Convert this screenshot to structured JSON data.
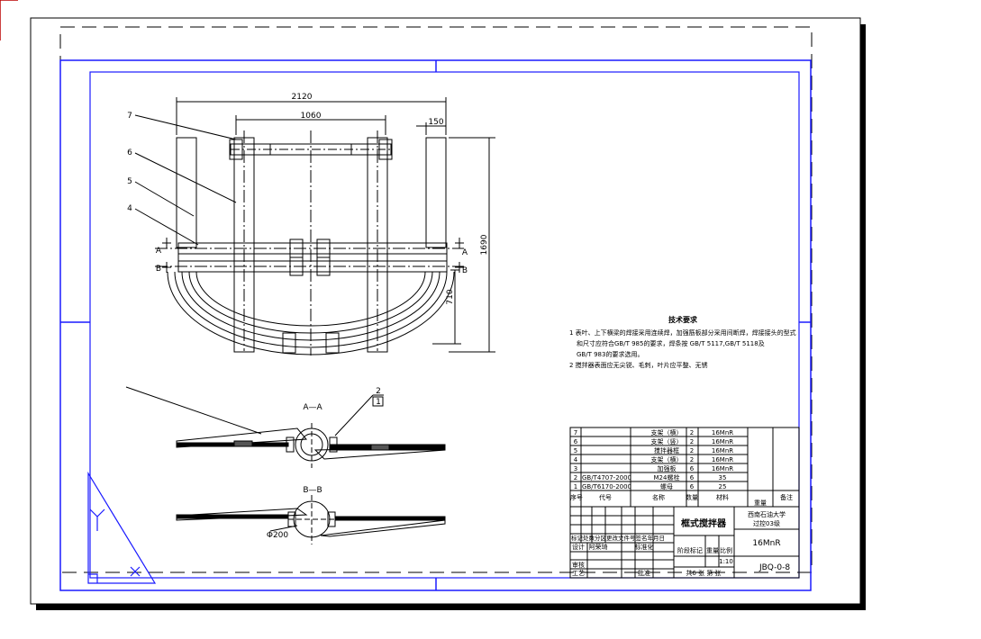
{
  "dimensions": {
    "width_total": "2120",
    "width_inner": "1060",
    "width_blade": "150",
    "height_total": "1690",
    "height_lower": "710",
    "diameter": "Φ200"
  },
  "part_callouts": [
    "7",
    "6",
    "5",
    "4",
    "2",
    "1"
  ],
  "section_marks": {
    "a": "A",
    "b": "B"
  },
  "section_titles": {
    "aa": "A—A",
    "bb": "B—B"
  },
  "tech_requirements": {
    "title": "技术要求",
    "items": [
      "1  表叶、上下横梁的焊接采用连续焊，加强筋板部分采用间断焊，焊接接头的型式",
      "和尺寸应符合GB/T 985的要求，焊条按 GB/T 5117,GB/T 5118及",
      "GB/T 983的要求选用。",
      "2  搅拌器表面应无尖锐、毛刺，叶片应平整、无锈"
    ]
  },
  "bom": {
    "rows": [
      {
        "no": "7",
        "code": "",
        "name": "支架（横）",
        "qty": "2",
        "material": "16MnR"
      },
      {
        "no": "6",
        "code": "",
        "name": "支架（竖）",
        "qty": "2",
        "material": "16MnR"
      },
      {
        "no": "5",
        "code": "",
        "name": "搅拌器框",
        "qty": "2",
        "material": "16MnR"
      },
      {
        "no": "4",
        "code": "",
        "name": "支架（横）",
        "qty": "2",
        "material": "16MnR"
      },
      {
        "no": "3",
        "code": "",
        "name": "加强板",
        "qty": "6",
        "material": "16MnR"
      },
      {
        "no": "2",
        "code": "GB/T4707-2000",
        "name": "M24螺栓",
        "qty": "6",
        "material": "35"
      },
      {
        "no": "1",
        "code": "GB/T6170-2000",
        "name": "螺母",
        "qty": "6",
        "material": "25"
      }
    ],
    "header": {
      "no": "序号",
      "code": "代号",
      "name": "名称",
      "qty": "数量",
      "material": "材料",
      "weight": "重量",
      "remark": "备注"
    }
  },
  "title_block": {
    "drawing_name": "框式搅拌器",
    "organization": "西南石油大学",
    "class": "过控03级",
    "material": "16MnR",
    "scale": "1:10",
    "drawing_no": "JBQ-0-8",
    "revision_row": "标记处数分区更改文件号签名年月日",
    "design": "设计",
    "drafter": "阿荣琦",
    "standard": "标准化",
    "stage_mark": "阶段标记",
    "weight": "重量",
    "ratio": "比例",
    "review": "审核",
    "process": "工艺",
    "approve": "批准",
    "sheets": "共6 张 第 张"
  }
}
